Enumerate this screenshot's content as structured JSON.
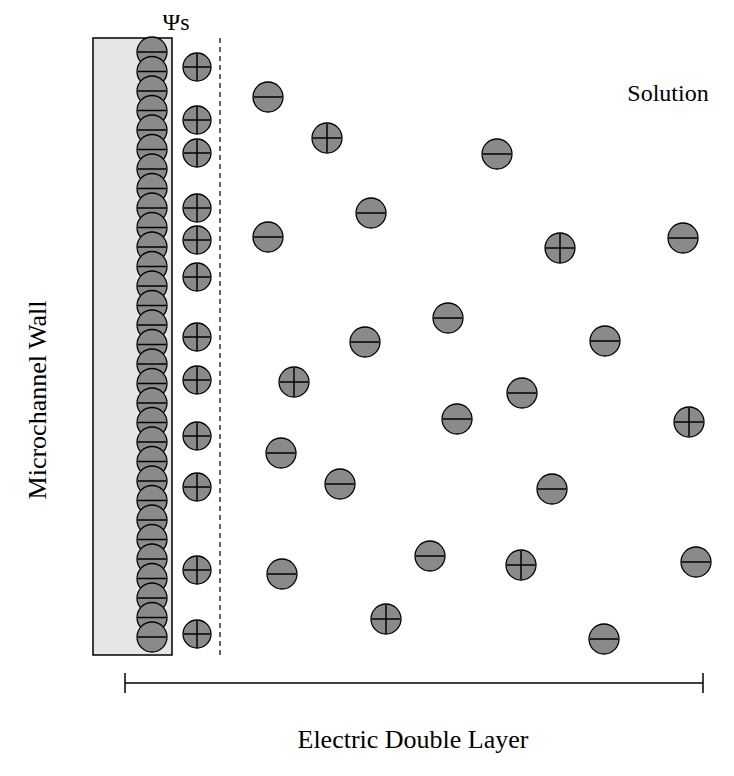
{
  "diagram": {
    "labels": [
      "Ψs",
      "Solution",
      "Microchannel Wall",
      "Electric Double Layer"
    ]
  }
}
